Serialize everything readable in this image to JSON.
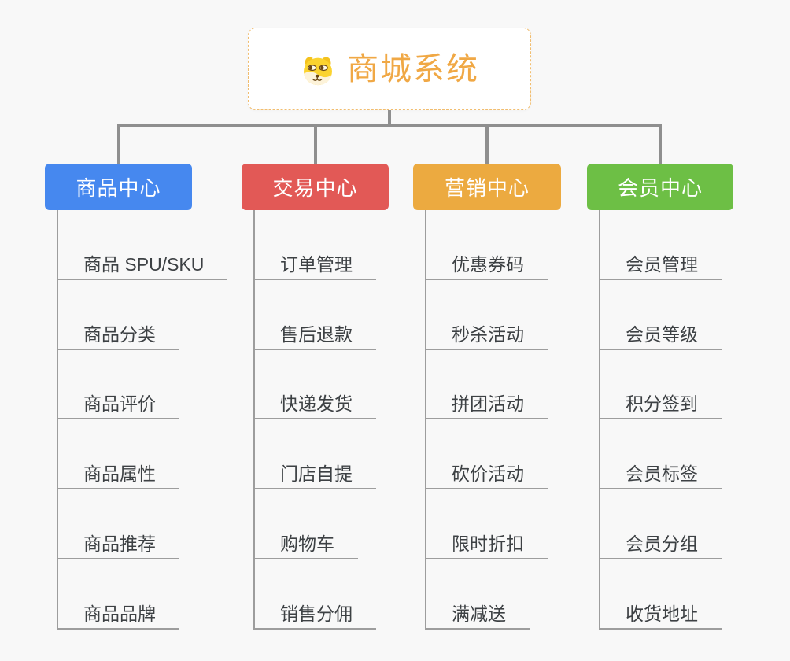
{
  "page": {
    "background": "#f8f8f8",
    "connector_color": "#8f8f8f",
    "list_line_color": "#9d9d9d",
    "item_text_color": "#3d4144"
  },
  "root": {
    "title": "商城系统",
    "icon": "doge-face-icon",
    "title_color": "#f0a845",
    "border_color": "#f1bd6f"
  },
  "branches": [
    {
      "label": "商品中心",
      "color": "#4688ef",
      "children": [
        "商品 SPU/SKU",
        "商品分类",
        "商品评价",
        "商品属性",
        "商品推荐",
        "商品品牌"
      ]
    },
    {
      "label": "交易中心",
      "color": "#e25956",
      "children": [
        "订单管理",
        "售后退款",
        "快递发货",
        "门店自提",
        "购物车",
        "销售分佣"
      ]
    },
    {
      "label": "营销中心",
      "color": "#ecaa40",
      "children": [
        "优惠券码",
        "秒杀活动",
        "拼团活动",
        "砍价活动",
        "限时折扣",
        "满减送"
      ]
    },
    {
      "label": "会员中心",
      "color": "#6dbf45",
      "children": [
        "会员管理",
        "会员等级",
        "积分签到",
        "会员标签",
        "会员分组",
        "收货地址"
      ]
    }
  ]
}
